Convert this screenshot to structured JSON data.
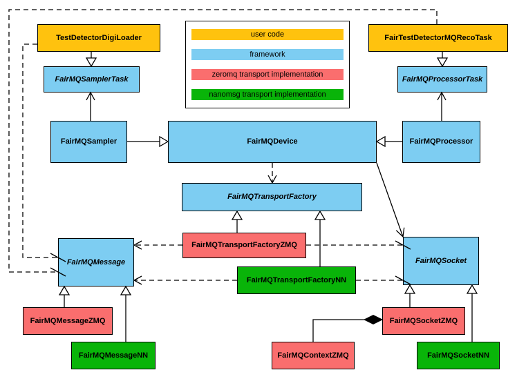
{
  "diagram": {
    "kind": "uml-class-diagram",
    "colors": {
      "user-code": "#FFC20E",
      "framework": "#7DCDF2",
      "zeromq": "#FA6E6E",
      "nanomsg": "#09B409",
      "line": "#000000"
    },
    "legend": {
      "items": [
        {
          "label": "user code",
          "category": "user-code"
        },
        {
          "label": "framework",
          "category": "framework"
        },
        {
          "label": "zeromq transport implementation",
          "category": "zeromq"
        },
        {
          "label": "nanomsg transport implementation",
          "category": "nanomsg"
        }
      ]
    },
    "nodes": [
      {
        "id": "digiloader",
        "label": "TestDetectorDigiLoader",
        "category": "user-code",
        "abstract": false
      },
      {
        "id": "recotask",
        "label": "FairTestDetectorMQRecoTask",
        "category": "user-code",
        "abstract": false
      },
      {
        "id": "samplertask",
        "label": "FairMQSamplerTask",
        "category": "framework",
        "abstract": true
      },
      {
        "id": "processortask",
        "label": "FairMQProcessorTask",
        "category": "framework",
        "abstract": true
      },
      {
        "id": "sampler",
        "label": "FairMQSampler",
        "category": "framework",
        "abstract": false
      },
      {
        "id": "device",
        "label": "FairMQDevice",
        "category": "framework",
        "abstract": false
      },
      {
        "id": "processor",
        "label": "FairMQProcessor",
        "category": "framework",
        "abstract": false
      },
      {
        "id": "factory",
        "label": "FairMQTransportFactory",
        "category": "framework",
        "abstract": true
      },
      {
        "id": "factoryzmq",
        "label": "FairMQTransportFactoryZMQ",
        "category": "zeromq",
        "abstract": false
      },
      {
        "id": "factorynn",
        "label": "FairMQTransportFactoryNN",
        "category": "nanomsg",
        "abstract": false
      },
      {
        "id": "message",
        "label": "FairMQMessage",
        "category": "framework",
        "abstract": true
      },
      {
        "id": "socket",
        "label": "FairMQSocket",
        "category": "framework",
        "abstract": true
      },
      {
        "id": "messagezmq",
        "label": "FairMQMessageZMQ",
        "category": "zeromq",
        "abstract": false
      },
      {
        "id": "messagenn",
        "label": "FairMQMessageNN",
        "category": "nanomsg",
        "abstract": false
      },
      {
        "id": "contextzmq",
        "label": "FairMQContextZMQ",
        "category": "zeromq",
        "abstract": false
      },
      {
        "id": "socketzmq",
        "label": "FairMQSocketZMQ",
        "category": "zeromq",
        "abstract": false
      },
      {
        "id": "socketnn",
        "label": "FairMQSocketNN",
        "category": "nanomsg",
        "abstract": false
      }
    ],
    "edges": [
      {
        "from": "digiloader",
        "to": "samplertask",
        "type": "inheritance"
      },
      {
        "from": "sampler",
        "to": "samplertask",
        "type": "association"
      },
      {
        "from": "recotask",
        "to": "processortask",
        "type": "inheritance"
      },
      {
        "from": "processor",
        "to": "processortask",
        "type": "association"
      },
      {
        "from": "sampler",
        "to": "device",
        "type": "inheritance"
      },
      {
        "from": "processor",
        "to": "device",
        "type": "inheritance"
      },
      {
        "from": "device",
        "to": "factory",
        "type": "dependency"
      },
      {
        "from": "factoryzmq",
        "to": "factory",
        "type": "inheritance"
      },
      {
        "from": "factorynn",
        "to": "factory",
        "type": "inheritance"
      },
      {
        "from": "factoryzmq",
        "to": "message",
        "type": "dependency"
      },
      {
        "from": "factoryzmq",
        "to": "socket",
        "type": "dependency"
      },
      {
        "from": "factorynn",
        "to": "message",
        "type": "dependency"
      },
      {
        "from": "factorynn",
        "to": "socket",
        "type": "dependency"
      },
      {
        "from": "device",
        "to": "socket",
        "type": "association"
      },
      {
        "from": "digiloader",
        "to": "message",
        "type": "dependency"
      },
      {
        "from": "recotask",
        "to": "message",
        "type": "dependency"
      },
      {
        "from": "messagezmq",
        "to": "message",
        "type": "inheritance"
      },
      {
        "from": "messagenn",
        "to": "message",
        "type": "inheritance"
      },
      {
        "from": "socketzmq",
        "to": "socket",
        "type": "inheritance"
      },
      {
        "from": "socketnn",
        "to": "socket",
        "type": "inheritance"
      },
      {
        "from": "contextzmq",
        "to": "socketzmq",
        "type": "composition"
      }
    ]
  }
}
